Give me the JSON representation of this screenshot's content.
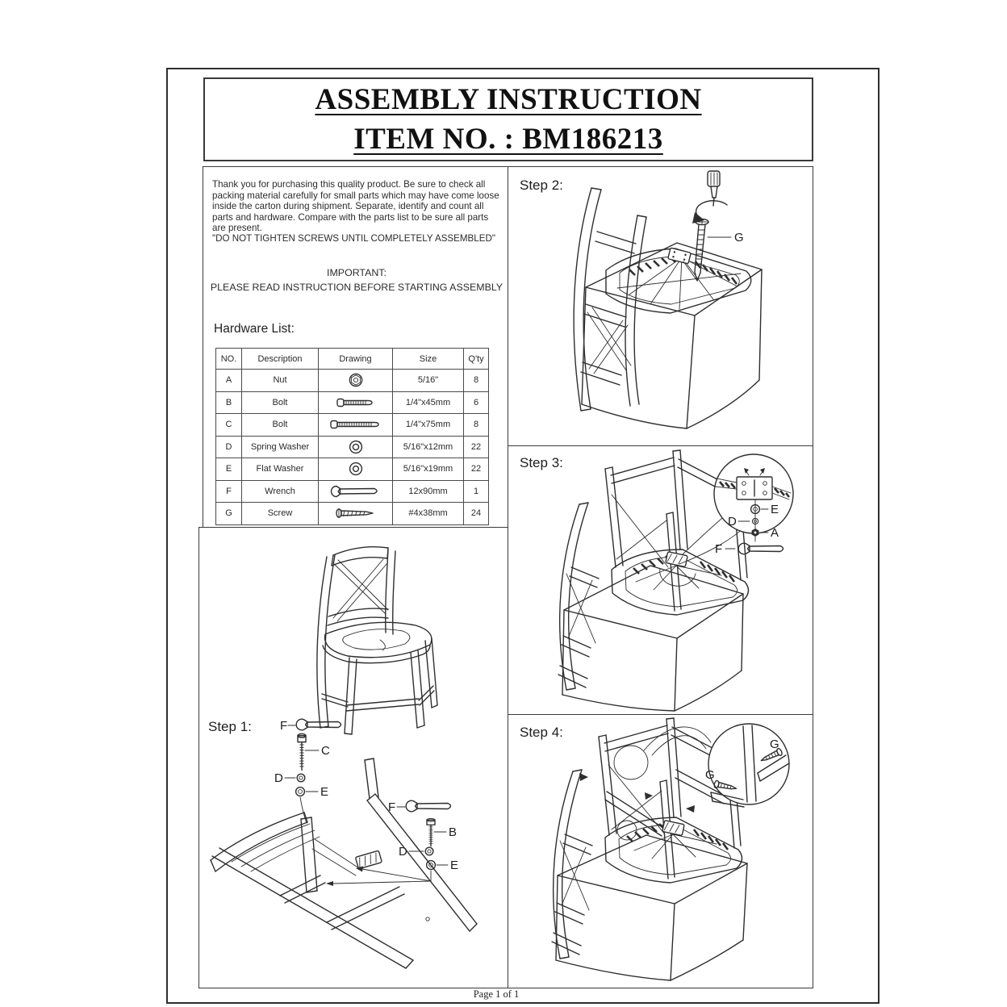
{
  "page": {
    "title_line1": "ASSEMBLY INSTRUCTION",
    "title_line2": "ITEM NO. : BM186213",
    "footer": "Page 1 of 1"
  },
  "intro": {
    "paragraph": "Thank you for purchasing this quality product. Be sure to check all packing material carefully for small parts which may have come loose inside the carton during shipment. Separate, identify and count all parts and hardware. Compare with the parts list to be sure all parts are present.",
    "warning": "\"DO NOT TIGHTEN SCREWS UNTIL COMPLETELY ASSEMBLED\"",
    "important_label": "IMPORTANT:",
    "important_text": "PLEASE READ INSTRUCTION BEFORE STARTING ASSEMBLY"
  },
  "hardware": {
    "heading": "Hardware List:",
    "columns": [
      "NO.",
      "Description",
      "Drawing",
      "Size",
      "Q'ty"
    ],
    "rows": [
      {
        "no": "A",
        "description": "Nut",
        "icon": "nut-icon",
        "size": "5/16\"",
        "qty": "8"
      },
      {
        "no": "B",
        "description": "Bolt",
        "icon": "bolt-short-icon",
        "size": "1/4\"x45mm",
        "qty": "6"
      },
      {
        "no": "C",
        "description": "Bolt",
        "icon": "bolt-long-icon",
        "size": "1/4\"x75mm",
        "qty": "8"
      },
      {
        "no": "D",
        "description": "Spring Washer",
        "icon": "spring-washer-icon",
        "size": "5/16\"x12mm",
        "qty": "22"
      },
      {
        "no": "E",
        "description": "Flat Washer",
        "icon": "flat-washer-icon",
        "size": "5/16\"x19mm",
        "qty": "22"
      },
      {
        "no": "F",
        "description": "Wrench",
        "icon": "wrench-icon",
        "size": "12x90mm",
        "qty": "1"
      },
      {
        "no": "G",
        "description": "Screw",
        "icon": "screw-icon",
        "size": "#4x38mm",
        "qty": "24"
      }
    ]
  },
  "steps": {
    "step1": {
      "label": "Step 1:",
      "callouts": {
        "f_left": "F",
        "c": "C",
        "d_left": "D",
        "e_left": "E",
        "f_right": "F",
        "b": "B",
        "d_right": "D",
        "e_right": "E"
      }
    },
    "step2": {
      "label": "Step 2:",
      "callouts": {
        "g": "G"
      }
    },
    "step3": {
      "label": "Step 3:",
      "callouts": {
        "e": "E",
        "d": "D",
        "a": "A",
        "f": "F"
      }
    },
    "step4": {
      "label": "Step 4:",
      "callouts": {
        "g_top": "G",
        "g_left": "G"
      }
    }
  }
}
